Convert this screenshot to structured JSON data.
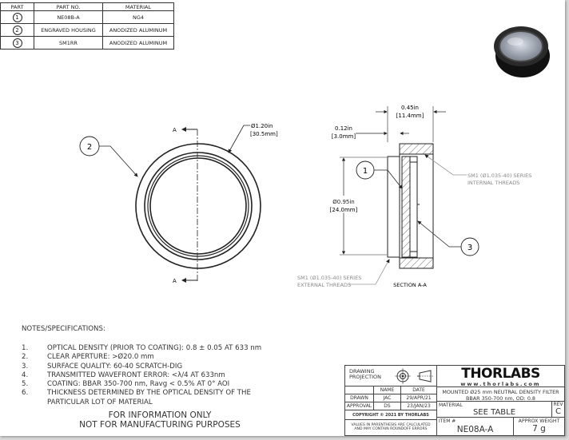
{
  "parts_table": {
    "headers": [
      "PART",
      "PART NO.",
      "MATERIAL"
    ],
    "rows": [
      {
        "part": "1",
        "part_no": "NE08B-A",
        "material": "NG4"
      },
      {
        "part": "2",
        "part_no": "ENGRAVED HOUSING",
        "material": "ANODIZED ALUMINUM"
      },
      {
        "part": "3",
        "part_no": "SM1RR",
        "material": "ANODIZED ALUMINUM"
      }
    ]
  },
  "front_view": {
    "section_label": "A",
    "balloon": "2",
    "dim_in": "Ø1.20in",
    "dim_mm": "[30.5mm]"
  },
  "section_view": {
    "width_in": "0.45in",
    "width_mm": "[11.4mm]",
    "flange_in": "0.12in",
    "flange_mm": "[3.0mm]",
    "dia_in": "Ø0.95in",
    "dia_mm": "[24.0mm]",
    "balloon_1": "1",
    "balloon_3": "3",
    "internal_threads_1": "SM1 (Ø1.035-40) SERIES",
    "internal_threads_2": "INTERNAL THREADS",
    "external_threads_1": "SM1 (Ø1.035-40) SERIES",
    "external_threads_2": "EXTERNAL THREADS",
    "title": "SECTION A-A"
  },
  "notes": {
    "heading": "NOTES/SPECIFICATIONS:",
    "items": [
      {
        "n": "1.",
        "text": "OPTICAL DENSITY (PRIOR TO COATING): 0.8 ± 0.05 AT 633 nm"
      },
      {
        "n": "2.",
        "text": "CLEAR APERTURE: >Ø20.0 mm"
      },
      {
        "n": "3.",
        "text": "SURFACE QUALITY: 60-40 SCRATCH-DIG"
      },
      {
        "n": "4.",
        "text": "TRANSMITTED WAVEFRONT ERROR: <λ/4 AT 633nm"
      },
      {
        "n": "5.",
        "text": "COATING: BBAR 350-700 nm, Ravg < 0.5% AT 0° AOI"
      },
      {
        "n": "6.",
        "text": "THICKNESS DETERMINED BY THE OPTICAL DENSITY OF THE"
      },
      {
        "n": "",
        "text": "PARTICULAR LOT OF MATERIAL"
      }
    ],
    "disclaimer_1": "FOR INFORMATION ONLY",
    "disclaimer_2": "NOT FOR MANUFACTURING PURPOSES"
  },
  "title_block": {
    "projection": "DRAWING PROJECTION",
    "name_header": "NAME",
    "date_header": "DATE",
    "drawn_label": "DRAWN",
    "drawn_name": "JAC",
    "drawn_date": "29/APR/21",
    "approval_label": "APPROVAL",
    "approval_name": "DS",
    "approval_date": "23/JAN/23",
    "copyright": "COPYRIGHT © 2021 BY THORLABS",
    "values_note_1": "VALUES IN PARENTHESIS ARE CALCULATED",
    "values_note_2": "AND MAY CONTAIN ROUNDOFF ERRORS",
    "logo": "THORLABS",
    "website": "www.thorlabs.com",
    "description_1": "MOUNTED Ø25 mm NEUTRAL DENSITY FILTER",
    "description_2": "BBAR 350-700 nm, OD: 0.8",
    "material_label": "MATERIAL",
    "material_value": "SEE TABLE",
    "rev_label": "REV",
    "rev_value": "C",
    "item_label": "ITEM #",
    "item_value": "NE08A-A",
    "weight_label": "APPROX WEIGHT",
    "weight_value": "7 g"
  }
}
